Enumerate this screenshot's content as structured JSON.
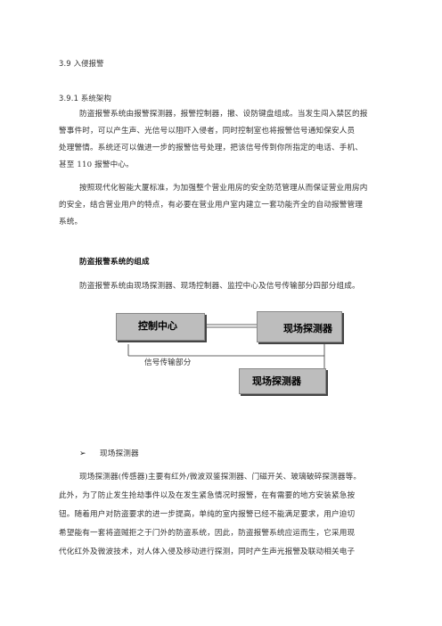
{
  "section": {
    "heading": "3.9 入侵报警",
    "subheading": "3.9.1 系统架构"
  },
  "paragraphs": [
    [
      "防盗报警系统由报警探测器，报警控制器，撤、设防键盘组成。当发生闯入禁区的报",
      "警事件时，可以产生声、光信号以阻吓入侵者，同时控制室也将报警信号通知保安人员",
      "处理警情。系统还可以做进一步的报警信号处理，把该信号传到你所指定的电话、手机、",
      "甚至 110 报警中心。"
    ],
    [
      "按照现代化智能大厦标准，为加强整个营业用房的安全防范管理从而保证营业用房内",
      "的安全，结合营业用户的特点，有必要在营业用户室内建立一套功能齐全的自动报警管理",
      "系统。"
    ]
  ],
  "composition_title": "防盗报警系统的组成",
  "composition_text": "防盗报警系统由现场探测器、现场控制器、监控中心及信号传输部分四部分组成。",
  "diagram": {
    "box_control": "控制中心",
    "box_detector_1": "现场探测器",
    "box_detector_2": "现场探测器",
    "signal_label": "信号传输部分"
  },
  "bullet_title": "现场探测器",
  "detector_paragraph": [
    "现场探测器(传感器)主要有红外/微波双鉴探测器、门磁开关、玻璃破碎探测器等。",
    "此外，为了防止发生抢劫事件以及在发生紧急情况时报警，在有需要的地方安装紧急按",
    "钮。随着用户对防盗要求的进一步提高，单纯的室内报警已经不能满足要求，用户迫切",
    "希望能有一套将盗贼拒之于门外的防盗系统，因此，防盗报警系统应运而生，它采用现",
    "代化红外及微波技术，对人体入侵及移动进行探测，同时产生声光报警及联动相关电子"
  ]
}
